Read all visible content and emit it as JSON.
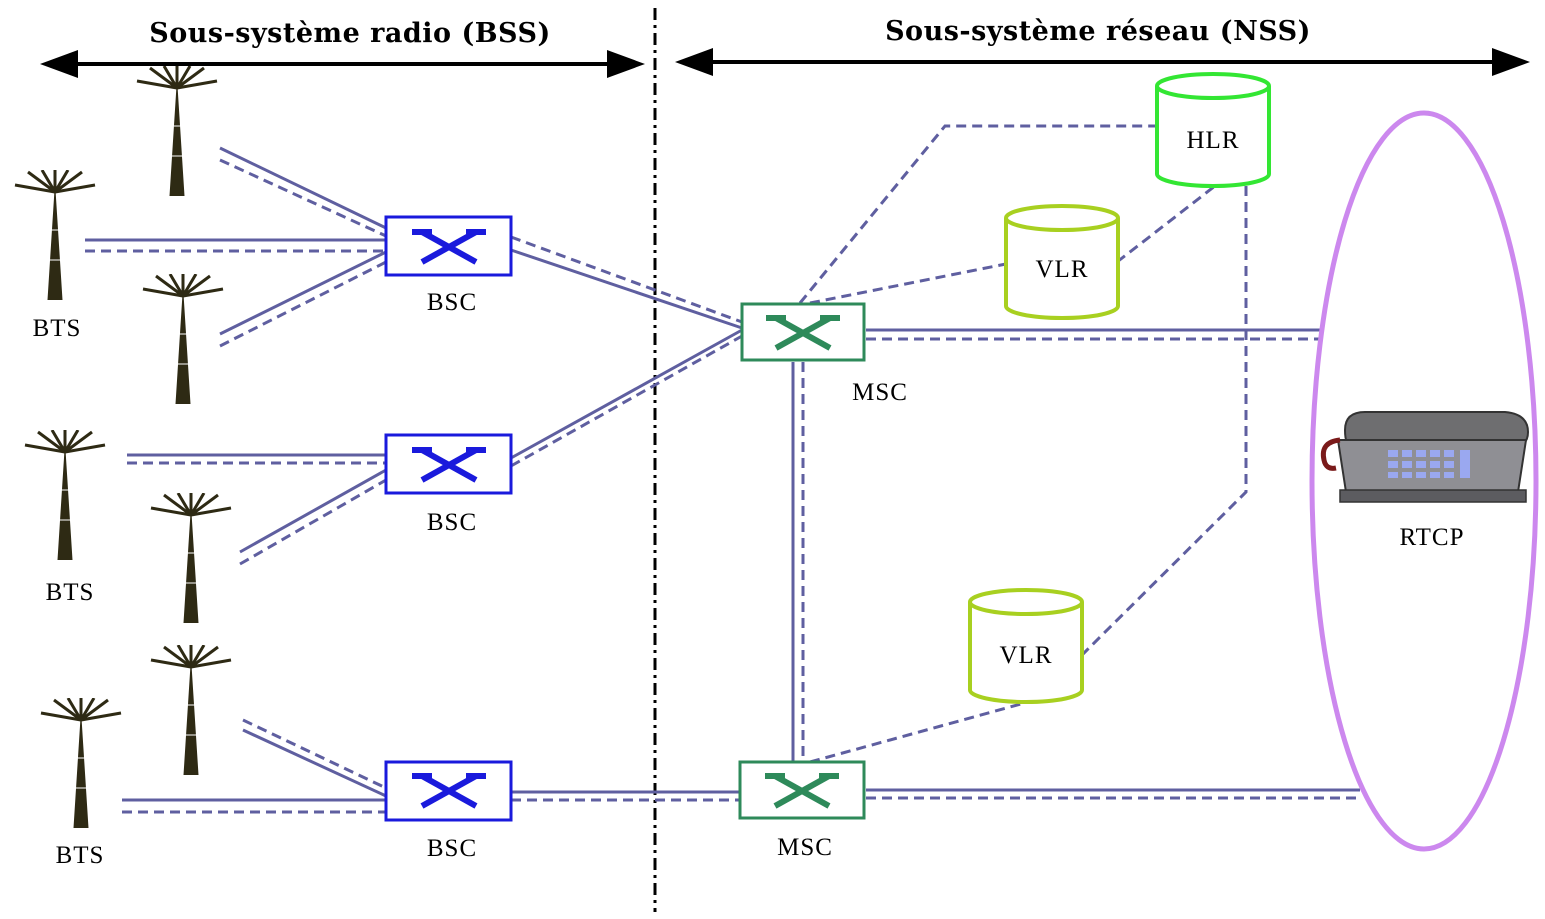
{
  "headers": {
    "bss": "Sous-système radio (BSS)",
    "nss": "Sous-système réseau (NSS)"
  },
  "labels": {
    "bts_1": "BTS",
    "bts_2": "BTS",
    "bts_3": "BTS",
    "bsc_1": "BSC",
    "bsc_2": "BSC",
    "bsc_3": "BSC",
    "msc_1": "MSC",
    "msc_2": "MSC",
    "hlr": "HLR",
    "vlr_1": "VLR",
    "vlr_2": "VLR",
    "rtcp": "RTCP"
  },
  "colors": {
    "bsc": "#1a1adc",
    "msc": "#2e8a5a",
    "hlr": "#33e633",
    "vlr": "#a8d020",
    "rtcp_ellipse": "#cc88ee",
    "link": "#5f5fa0",
    "tower": "#2e2a14"
  }
}
